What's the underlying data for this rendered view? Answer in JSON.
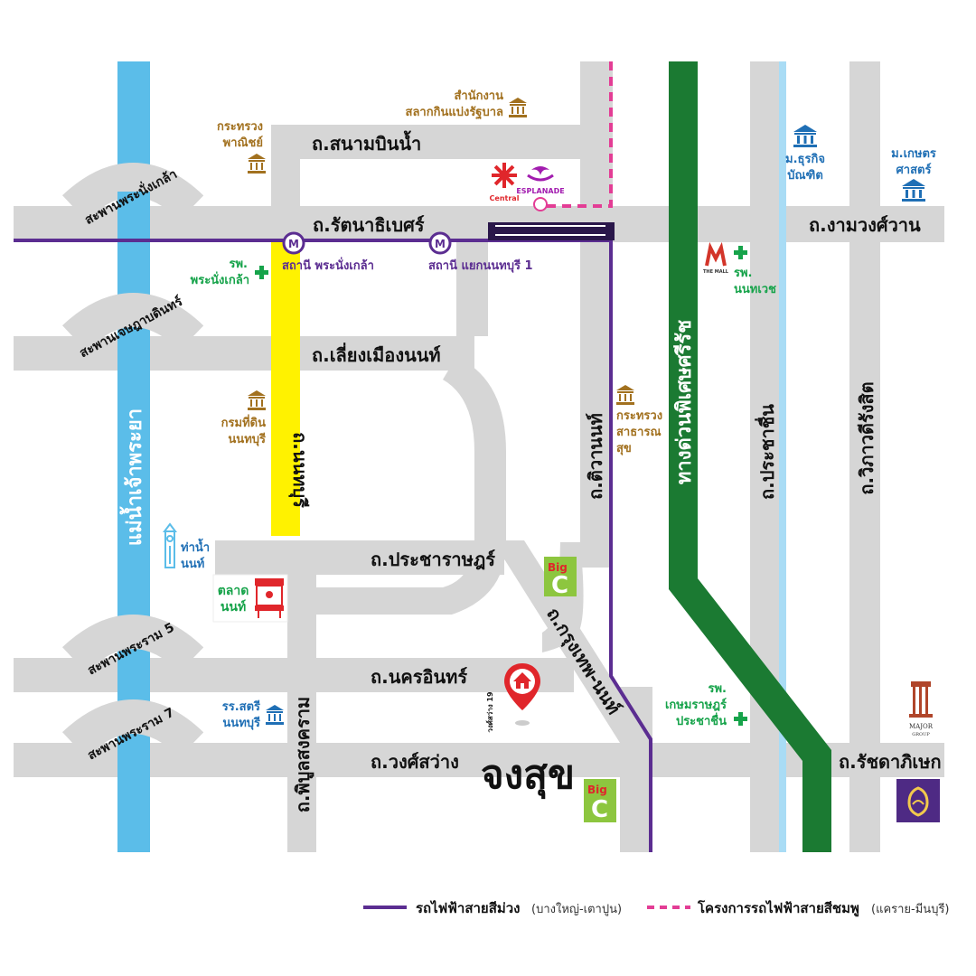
{
  "roads": {
    "sanam_bin_nam": "ถ.สนามบินน้ำ",
    "rattanathibet": "ถ.รัตนาธิเบศร์",
    "ngamwongwan": "ถ.งามวงศ์วาน",
    "liang_mueang_non": "ถ.เลี่ยงเมืองนนท์",
    "nonthaburi": "ถ.นนทบุรี",
    "prachanarat": "ถ.ประชาราษฎร์",
    "nakhon_in": "ถ.นครอินทร์",
    "wongsawang": "ถ.วงศ์สว่าง",
    "phibunsongkhram": "ถ.พิบูลสงคราม",
    "tiwanon": "ถ.ติวานนท์",
    "krungthep_non": "ถ.กรุงเทพ-นนท์",
    "expressway": "ทางด่วนพิเศษศรีรัช",
    "prachachuen": "ถ.ประชาชื่น",
    "vibhavadi": "ถ.วิภาวดีรังสิต",
    "ratchadaphisek": "ถ.รัชดาภิเษก",
    "wongsawang_soi": "วงศ์สว่าง 19"
  },
  "bridges": {
    "phra_nang_klao": "สะพานพระนั่งเกล้า",
    "jetsadabodin": "สะพานเจษฎาบดินทร์",
    "rama5": "สะพานพระราม 5",
    "rama7": "สะพานพระราม 7"
  },
  "river": "แม่น้ำเจ้าพระยา",
  "stations": {
    "phra_nang_klao": "สถานี พระนั่งเกล้า",
    "yaek_nonthaburi": "สถานี แยกนนทบุรี 1",
    "marker": "M"
  },
  "pois": {
    "lottery_office": [
      "สำนักงาน",
      "สลากกินแบ่งรัฐบาล"
    ],
    "commerce_ministry": [
      "กระทรวง",
      "พาณิชย์"
    ],
    "land_dept": [
      "กรมที่ดิน",
      "นนทบุรี"
    ],
    "health_ministry": [
      "กระทรวง",
      "สาธารณ",
      "สุข"
    ],
    "pn_hospital": [
      "รพ.",
      "พระนั่งเกล้า"
    ],
    "nonthavej": [
      "รพ.",
      "นนทเวช"
    ],
    "kasemrad": [
      "รพ.",
      "เกษมราษฎร์",
      "ประชาชื่น"
    ],
    "pier": [
      "ท่าน้ำ",
      "นนท์"
    ],
    "market": [
      "ตลาด",
      "นนท์"
    ],
    "school": [
      "รร.สตรี",
      "นนทบุรี"
    ],
    "dpu": [
      "ม.ธุรกิจ",
      "บัณฑิต"
    ],
    "ku": [
      "ม.เกษตร",
      "ศาสตร์"
    ],
    "central": "Central",
    "esplanade": "ESPLANADE",
    "the_mall": "THE MALL",
    "big_c": [
      "Big",
      "C"
    ],
    "major": [
      "MAJOR",
      "GROUP"
    ],
    "project": "จงสุข"
  },
  "legend": {
    "purple_line": "รถไฟฟ้าสายสีม่วง",
    "purple_route": "(บางใหญ่-เตาปูน)",
    "pink_line": "โครงการรถไฟฟ้าสายสีชมพู",
    "pink_route": "(แคราย-มีนบุรี)"
  },
  "colors": {
    "road": "#d6d6d6",
    "river": "#5bbde9",
    "purple_line": "#5b2d91",
    "pink_line": "#e33d95",
    "expressway": "#1b7a32",
    "nonthaburi_road": "#fff200",
    "project": "#1a1fd6",
    "pin": "#e0262b"
  },
  "icons": [
    "government-building-icon",
    "hospital-cross-icon",
    "clock-tower-icon",
    "market-stall-icon",
    "location-pin-icon",
    "metro-m-icon",
    "scb-logo-icon"
  ]
}
